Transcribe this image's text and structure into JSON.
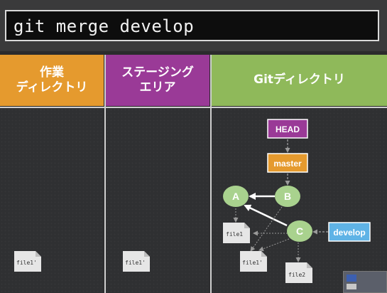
{
  "command": "git merge develop",
  "headers": {
    "working": [
      "作業",
      "ディレクトリ"
    ],
    "staging": [
      "ステージング",
      "エリア"
    ],
    "git": "Gitディレクトリ"
  },
  "refs": {
    "head": "HEAD",
    "master": "master",
    "develop": "develop"
  },
  "commits": {
    "a": "A",
    "b": "B",
    "c": "C"
  },
  "files": {
    "working": "file1'",
    "staging": "file1'",
    "a_file": "file1",
    "b_file": "file1'",
    "c_file": "file2"
  },
  "colors": {
    "working_header": "#e59a2e",
    "staging_header": "#9a3a97",
    "git_header": "#8fb95a",
    "commit_node": "#a9d28e",
    "head_box": "#9a3a97",
    "master_box": "#e59a2e",
    "develop_box": "#5fb3e6"
  }
}
